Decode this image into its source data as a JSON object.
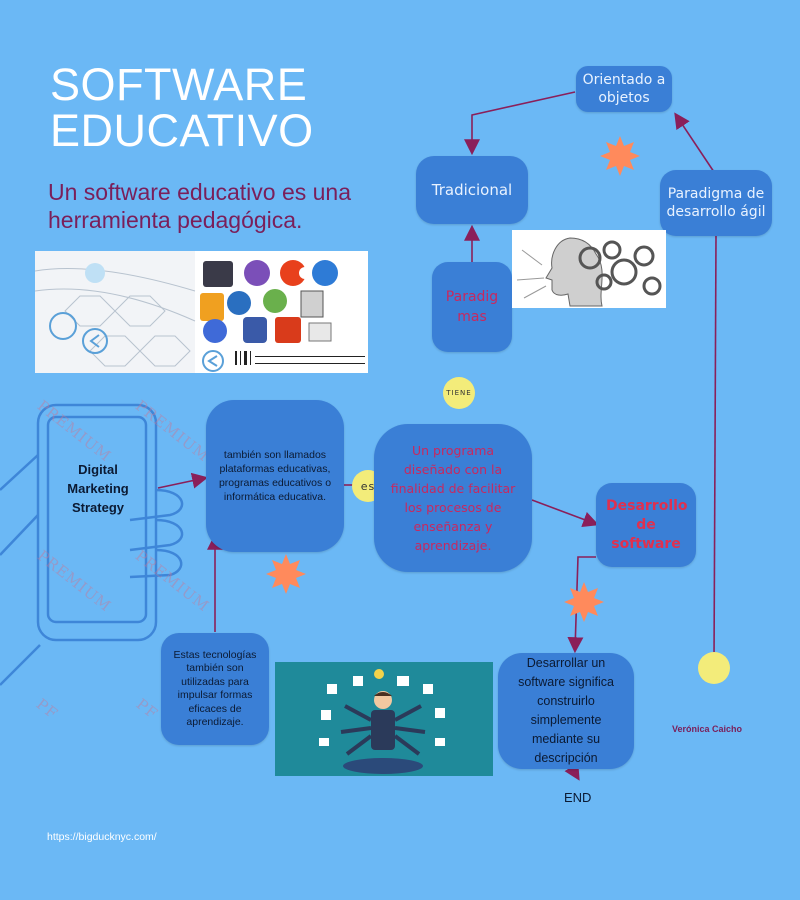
{
  "title_line1": "SOFTWARE",
  "title_line2": "EDUCATIVO",
  "subtitle": "Un software educativo es una herramienta pedagógica.",
  "nodes": {
    "orientado": "Orientado a objetos",
    "tradicional": "Tradicional",
    "agil": "Paradigma de desarrollo ágil",
    "paradigmas": "Paradigmas",
    "tiene": "TIENE",
    "llamados": "también son llamados plataformas educativas, programas educativos o informática educativa.",
    "es": "es",
    "programa": "Un programa diseñado con la finalidad de facilitar los procesos de enseñanza y aprendizaje.",
    "desarrollo": "Desarrollo de software",
    "tecnologias": "Estas tecnologías también son utilizadas para impulsar formas eficaces de aprendizaje.",
    "desarrollar": "Desarrollar un software significa construirlo simplemente mediante su descripción",
    "end": "END"
  },
  "phone_text": "Digital Marketing Strategy",
  "watermark": "PREMIUM",
  "author": "Verónica Caicho",
  "url": "https://bigducknyc.com/",
  "colors": {
    "background": "#6bb8f5",
    "box": "#3a7fd6",
    "arrow": "#8a1f5a",
    "title_text": "#ffffff",
    "subtitle_text": "#7a1f5a",
    "burst": "#ff8a5c",
    "marker": "#f3ec7a"
  }
}
